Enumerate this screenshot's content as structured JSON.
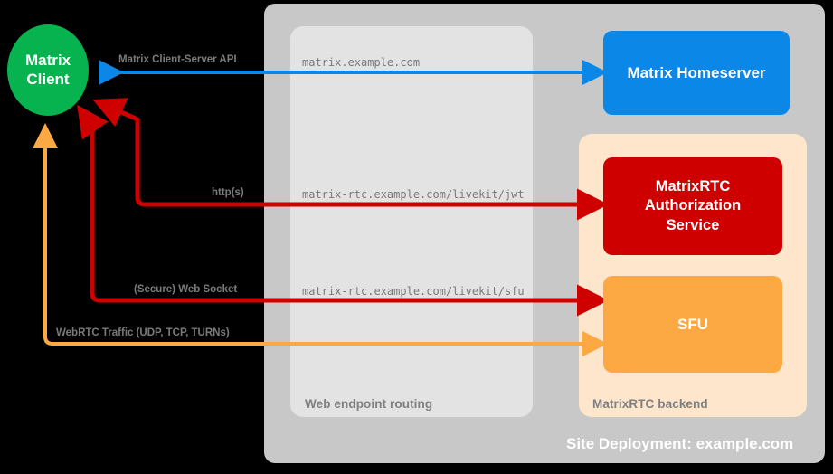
{
  "diagram": {
    "title": "Site Deployment: example.com"
  },
  "zones": {
    "site_deployment": {
      "label": "Site Deployment: example.com",
      "color": "#c8c8c8"
    },
    "web_routing": {
      "label": "Web endpoint routing",
      "color": "#e3e3e3"
    },
    "rtc_backend": {
      "label": "MatrixRTC backend",
      "color": "#fde6cb"
    }
  },
  "nodes": {
    "matrix_client": {
      "label_line1": "Matrix",
      "label_line2": "Client",
      "color": "#06b34f",
      "shape": "circle"
    },
    "matrix_homeserver": {
      "label": "Matrix Homeserver",
      "color": "#0b87e8",
      "shape": "rounded-rect"
    },
    "auth_service": {
      "label_line1": "MatrixRTC",
      "label_line2": "Authorization",
      "label_line3": "Service",
      "color": "#cf0000",
      "shape": "rounded-rect"
    },
    "sfu": {
      "label": "SFU",
      "color": "#fca944",
      "shape": "rounded-rect"
    }
  },
  "edges": [
    {
      "name": "matrix-client-server-api",
      "label": "Matrix Client-Server API",
      "endpoint": "matrix.example.com",
      "color": "#0b87e8",
      "direction": "bidirectional"
    },
    {
      "name": "https-jwt",
      "label": "http(s)",
      "endpoint": "matrix-rtc.example.com/livekit/jwt",
      "color": "#cf0000",
      "direction": "bidirectional"
    },
    {
      "name": "secure-web-socket",
      "label": "(Secure) Web Socket",
      "endpoint": "matrix-rtc.example.com/livekit/sfu",
      "color": "#cf0000",
      "direction": "bidirectional"
    },
    {
      "name": "webrtc-traffic",
      "label": "WebRTC Traffic (UDP, TCP, TURNs)",
      "endpoint": "",
      "color": "#fca944",
      "direction": "bidirectional"
    }
  ],
  "labels": {
    "cs_api": "Matrix Client-Server API",
    "https": "http(s)",
    "websocket": "(Secure) Web Socket",
    "webrtc": "WebRTC Traffic (UDP, TCP, TURNs)",
    "ep_matrix": "matrix.example.com",
    "ep_jwt": "matrix-rtc.example.com/livekit/jwt",
    "ep_sfu": "matrix-rtc.example.com/livekit/sfu"
  }
}
